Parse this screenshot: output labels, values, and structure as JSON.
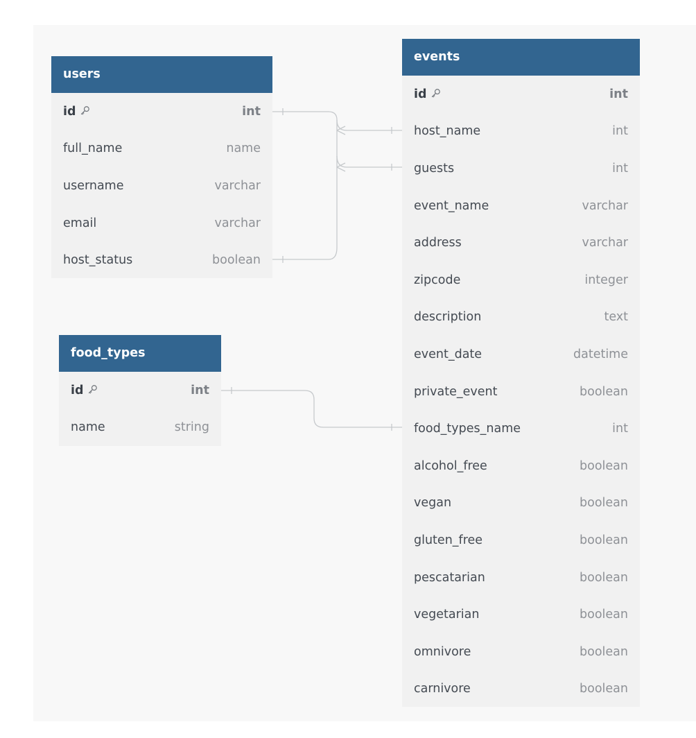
{
  "colors": {
    "header": "#326590",
    "table_bg": "#f1f1f1",
    "canvas_bg": "#f8f8f8",
    "connector": "#c6c9cc"
  },
  "tables": {
    "users": {
      "title": "users",
      "columns": [
        {
          "name": "id",
          "type": "int",
          "pk": true
        },
        {
          "name": "full_name",
          "type": "name"
        },
        {
          "name": "username",
          "type": "varchar"
        },
        {
          "name": "email",
          "type": "varchar"
        },
        {
          "name": "host_status",
          "type": "boolean"
        }
      ]
    },
    "food_types": {
      "title": "food_types",
      "columns": [
        {
          "name": "id",
          "type": "int",
          "pk": true
        },
        {
          "name": "name",
          "type": "string"
        }
      ]
    },
    "events": {
      "title": "events",
      "columns": [
        {
          "name": "id",
          "type": "int",
          "pk": true
        },
        {
          "name": "host_name",
          "type": "int"
        },
        {
          "name": "guests",
          "type": "int"
        },
        {
          "name": "event_name",
          "type": "varchar"
        },
        {
          "name": "address",
          "type": "varchar"
        },
        {
          "name": "zipcode",
          "type": "integer"
        },
        {
          "name": "description",
          "type": "text"
        },
        {
          "name": "event_date",
          "type": "datetime"
        },
        {
          "name": "private_event",
          "type": "boolean"
        },
        {
          "name": "food_types_name",
          "type": "int"
        },
        {
          "name": "alcohol_free",
          "type": "boolean"
        },
        {
          "name": "vegan",
          "type": "boolean"
        },
        {
          "name": "gluten_free",
          "type": "boolean"
        },
        {
          "name": "pescatarian",
          "type": "boolean"
        },
        {
          "name": "vegetarian",
          "type": "boolean"
        },
        {
          "name": "omnivore",
          "type": "boolean"
        },
        {
          "name": "carnivore",
          "type": "boolean"
        }
      ]
    }
  },
  "relationships": [
    {
      "from": "users.id",
      "to": "events.host_name",
      "cardinality": "one-to-many"
    },
    {
      "from": "users.id",
      "to": "events.guests",
      "cardinality": "one-to-many"
    },
    {
      "from": "users.host_status",
      "to": "events.host_name",
      "cardinality": "one-to-many"
    },
    {
      "from": "users.host_status",
      "to": "events.guests",
      "cardinality": "one-to-many"
    },
    {
      "from": "food_types.id",
      "to": "events.food_types_name",
      "cardinality": "one-to-one"
    }
  ],
  "icons": {
    "primary_key": "key-icon"
  }
}
